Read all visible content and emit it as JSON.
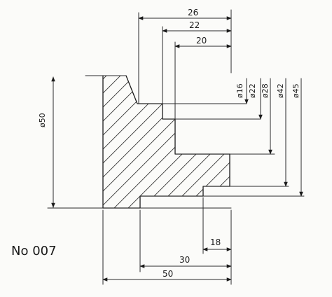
{
  "drawing": {
    "part_number": "No 007",
    "length_dims": {
      "top_26": "26",
      "top_22": "22",
      "top_20": "20",
      "bottom_18": "18",
      "bottom_30": "30",
      "bottom_50": "50"
    },
    "diameter_dims": {
      "left_50": "ø50",
      "d16": "ø16",
      "d22": "ø22",
      "d28": "ø28",
      "d42": "ø42",
      "d45": "ø45"
    }
  }
}
